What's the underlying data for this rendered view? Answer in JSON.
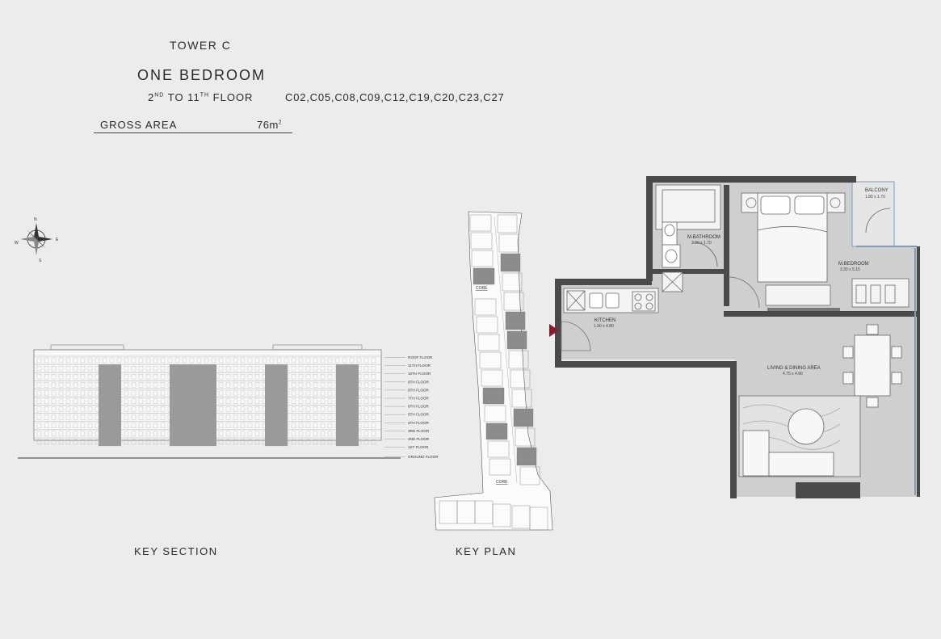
{
  "header": {
    "tower": "TOWER C",
    "unit_type": "ONE BEDROOM",
    "floor_from": "2",
    "floor_from_sup": "ND",
    "floor_to_word": "TO 11",
    "floor_to_sup": "TH",
    "floor_suffix": "FLOOR",
    "unit_codes": "C02,C05,C08,C09,C12,C19,C20,C23,C27",
    "gross_area_label": "GROSS AREA",
    "gross_area_value": "76m",
    "gross_area_unit_sup": "2"
  },
  "compass": {
    "labels": [
      "N",
      "E",
      "S",
      "W"
    ]
  },
  "key_section": {
    "caption": "KEY SECTION",
    "floor_labels": [
      "ROOF FLOOR",
      "11TH FLOOR",
      "10TH FLOOR",
      "9TH FLOOR",
      "8TH FLOOR",
      "7TH FLOOR",
      "6TH FLOOR",
      "5TH FLOOR",
      "4TH FLOOR",
      "3RD FLOOR",
      "2ND FLOOR",
      "1ST FLOOR",
      "GROUND FLOOR"
    ]
  },
  "key_plan": {
    "caption": "KEY PLAN",
    "core_labels": [
      "CORE",
      "CORE"
    ]
  },
  "floor_plan": {
    "rooms": [
      {
        "name": "BALCONY",
        "dims": "1.80 x 1.70"
      },
      {
        "name": "M.BATHROOM",
        "dims": "2.20 x 1.70"
      },
      {
        "name": "M.BEDROOM",
        "dims": "3.30 x 5.15"
      },
      {
        "name": "KITCHEN",
        "dims": "1.90 x 4.80"
      },
      {
        "name": "LIVING & DINING AREA",
        "dims": "4.75 x 4.90"
      }
    ]
  },
  "colors": {
    "background": "#ececec",
    "wall": "#4a4a4a",
    "floor": "#cfcfcf",
    "highlight": "#9a9a9a",
    "entry_marker": "#8a1c2b",
    "glass": "#7f9bb8"
  }
}
